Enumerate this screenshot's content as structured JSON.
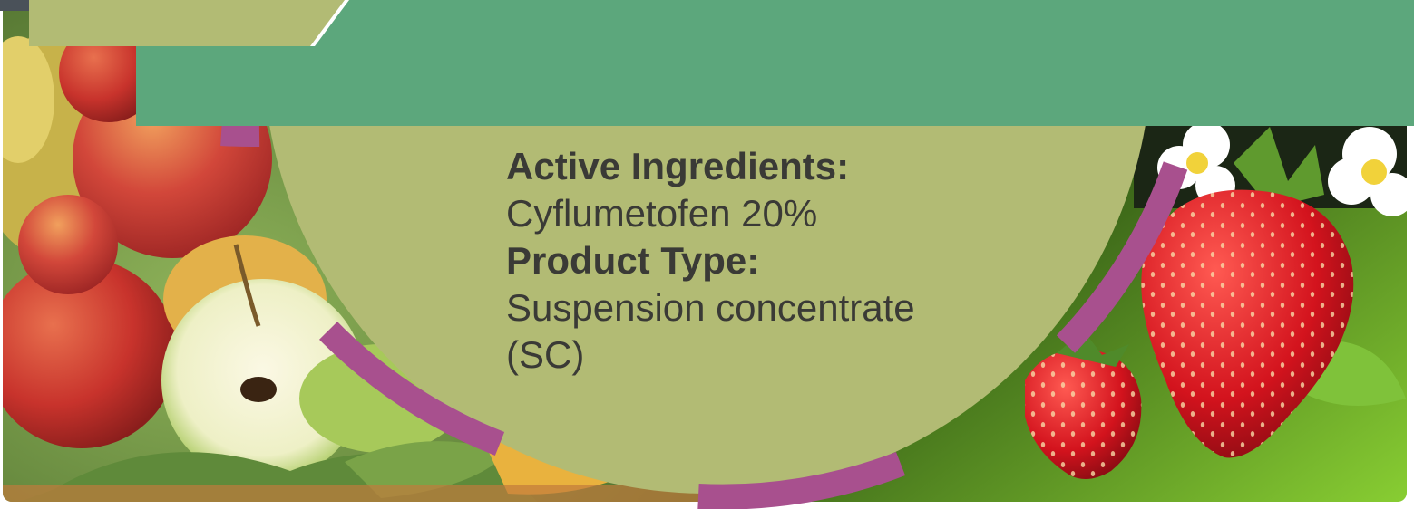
{
  "product": {
    "active_ingredients_label": "Active Ingredients:",
    "active_ingredients_value": "Cyflumetofen 20%",
    "product_type_label": "Product Type:",
    "product_type_value_line1": "Suspension concentrate",
    "product_type_value_line2": "(SC)"
  },
  "colors": {
    "header_green": "#5ca77c",
    "olive": "#b2bb74",
    "magenta_arc": "#a8508e",
    "dark_corner": "#4a5159"
  },
  "imagery": {
    "left_photo": "apples-and-pear",
    "right_photo": "strawberries-with-flowers"
  }
}
